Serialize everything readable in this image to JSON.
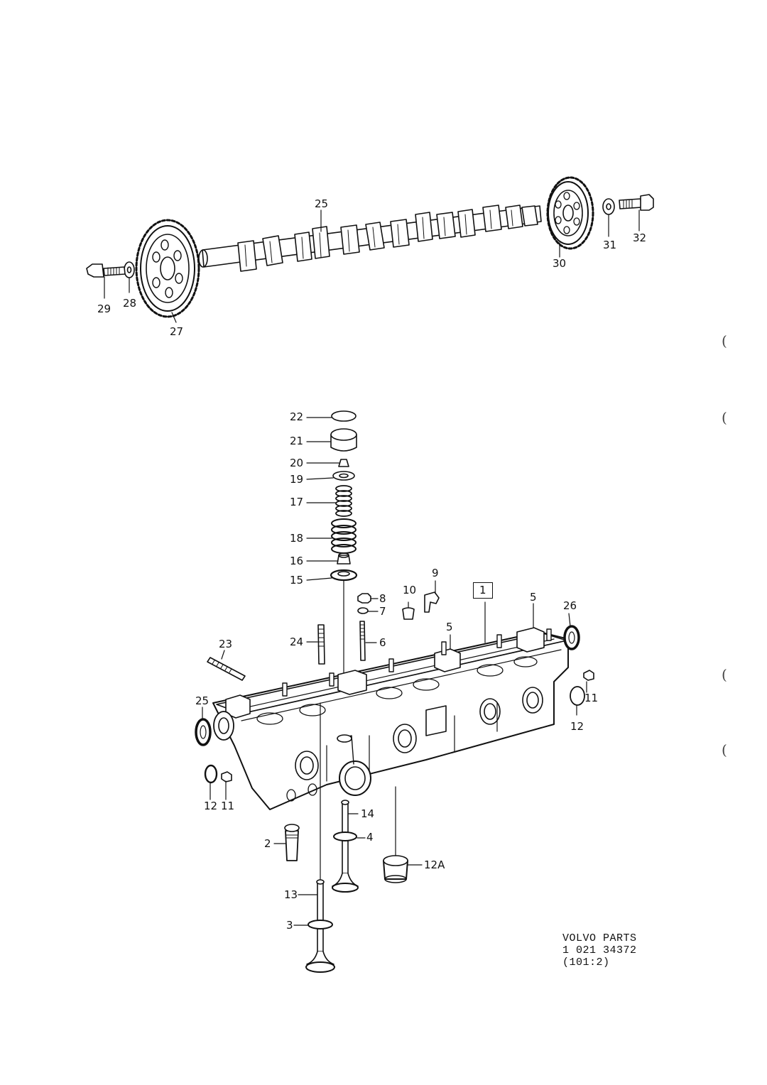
{
  "labels": {
    "n25": "25",
    "n25b": "25",
    "n29": "29",
    "n28": "28",
    "n27": "27",
    "n30": "30",
    "n31": "31",
    "n32": "32",
    "n22": "22",
    "n21": "21",
    "n20": "20",
    "n19": "19",
    "n17": "17",
    "n18": "18",
    "n16": "16",
    "n15": "15",
    "n8": "8",
    "n7": "7",
    "n6": "6",
    "n10": "10",
    "n9": "9",
    "n1": "1",
    "n5a": "5",
    "n5b": "5",
    "n26": "26",
    "n24": "24",
    "n23": "23",
    "n11a": "11",
    "n12a": "12",
    "n12b": "12",
    "n11b": "11",
    "n14": "14",
    "n4": "4",
    "n2": "2",
    "n12A": "12A",
    "n13": "13",
    "n3": "3"
  },
  "footer": {
    "line1": "VOLVO  PARTS",
    "line2": "1 021  34372",
    "line3": "(101:2)"
  },
  "margin_marks": [
    "(",
    "(",
    "(",
    "("
  ]
}
